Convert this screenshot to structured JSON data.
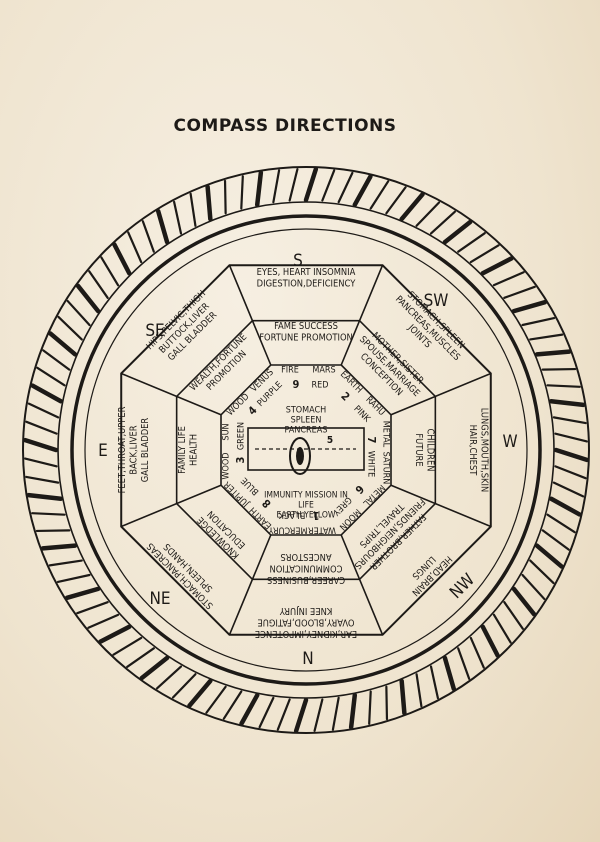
{
  "title": "COMPASS DIRECTIONS",
  "directions": {
    "S": "S",
    "SW": "SW",
    "W": "W",
    "NW": "NW",
    "N": "N",
    "NE": "NE",
    "E": "E",
    "SE": "SE"
  },
  "outer_ring": {
    "S": [
      "EYES, HEART INSOMNIA",
      "DIGESTION,DEFICIENCY"
    ],
    "SW": [
      "STOMACH,SPLEEN",
      "PANCREAS,MUSCLES",
      "JOINTS"
    ],
    "W": [
      "LUNGS,MOUTH,SKIN",
      "HAIR,CHEST"
    ],
    "NW": [
      "HEAD,BRAIN",
      "LUNGS"
    ],
    "N": [
      "EAR,KIDNEY,IMPOTENCE",
      "OVARY,BLOOD,FATIGUE",
      "KNEE INJURY"
    ],
    "NE": [
      "STOMACH,PANCREAS",
      "SPLEEN,HANDS"
    ],
    "E": [
      "FEET,THROAT,UPPER",
      "BACK,LIVER",
      "GALL BLADDER"
    ],
    "SE": [
      "HIPS,PELVIC,THIGH",
      "BUTTOCK,LIVER",
      "GALL BLADDER"
    ]
  },
  "middle_ring": {
    "S": [
      "FAME SUCCESS",
      "FORTUNE PROMOTION"
    ],
    "SW": [
      "MOTHER,SISTER",
      "SPOUSE,MARRIAGE",
      "CONCEPTION"
    ],
    "W": [
      "CHILDREN",
      "FUTURE"
    ],
    "NW": [
      "FATHER,BROTHER",
      "FRIENDS,NEIGHBOURS",
      "TRAVEL,TRIPS"
    ],
    "N": [
      "CAREER,BUSINESS",
      "COMMUNICATION",
      "ANCESTORS"
    ],
    "NE": [
      "KNOWLEDGE",
      "EDUCATION"
    ],
    "E": [
      "FAMILY LIFE",
      "HEALTH"
    ],
    "SE": [
      "WEALTH,FORTUNE",
      "PROMOTION"
    ]
  },
  "inner_ring": {
    "S": [
      "FIRE",
      "MARS",
      "9",
      "RED"
    ],
    "SW": [
      "EARTH",
      "RAHU",
      "2",
      "PINK"
    ],
    "W": [
      "METAL",
      "SATURN",
      "7",
      "WHITE"
    ],
    "NW": [
      "METAL",
      "MOON",
      "6",
      "GREY"
    ],
    "N": [
      "WATER",
      "MERCURY",
      "1",
      "BLACK"
    ],
    "NE": [
      "EARTH",
      "JUPITER",
      "8",
      "BLUE"
    ],
    "E": [
      "WOOD",
      "SUN",
      "3",
      "GREEN"
    ],
    "SE": [
      "WOOD",
      "VENUS",
      "4",
      "PURPLE"
    ]
  },
  "center": {
    "top": [
      "STOMACH",
      "SPLEEN",
      "PANCREAS"
    ],
    "bottom": [
      "IMMUNITY MISSION IN",
      "LIFE",
      "EARTH  YELLOW"
    ],
    "number": "5"
  },
  "colors": {
    "ink": "#1d1a17",
    "paper": "#efe4cf"
  }
}
